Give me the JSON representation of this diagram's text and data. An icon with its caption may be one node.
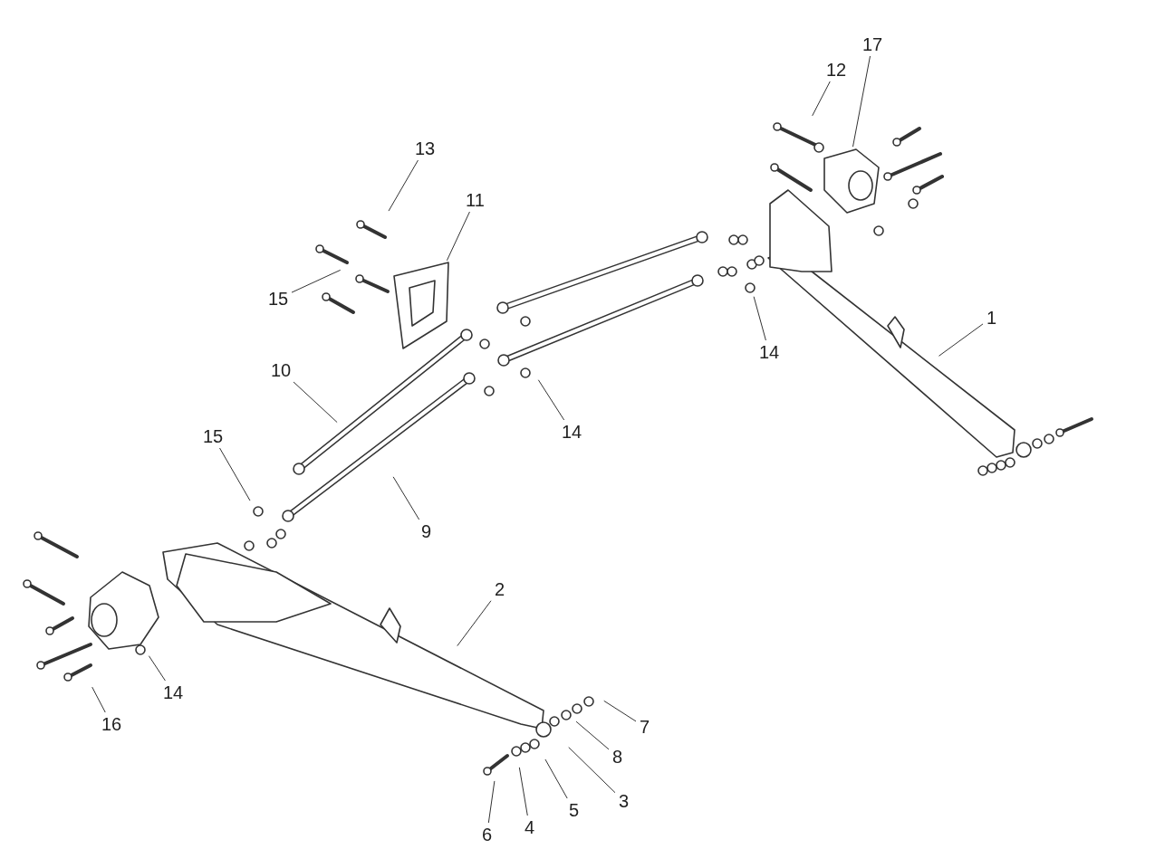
{
  "diagram": {
    "nodes": [
      {
        "text": [
          "17"
        ]
      },
      {
        "text": [
          "12"
        ]
      },
      {
        "text": [
          "13"
        ]
      },
      {
        "text": [
          "11"
        ]
      },
      {
        "text": [
          "15"
        ]
      },
      {
        "text": [
          "1"
        ]
      },
      {
        "text": [
          "14"
        ]
      },
      {
        "text": [
          "10"
        ]
      },
      {
        "text": [
          "14"
        ]
      },
      {
        "text": [
          "15"
        ]
      },
      {
        "text": [
          "9"
        ]
      },
      {
        "text": [
          "2"
        ]
      },
      {
        "text": [
          "14"
        ]
      },
      {
        "text": [
          "16"
        ]
      },
      {
        "text": [
          "7"
        ]
      },
      {
        "text": [
          "8"
        ]
      },
      {
        "text": [
          "3"
        ]
      },
      {
        "text": [
          "5"
        ]
      },
      {
        "text": [
          "4"
        ]
      },
      {
        "text": [
          "6"
        ]
      }
    ],
    "edges": [
      {
        "from": 0,
        "to": null,
        "arrow": "none"
      },
      {
        "from": 1,
        "to": null,
        "arrow": "none"
      },
      {
        "from": 2,
        "to": null,
        "arrow": "none"
      },
      {
        "from": 3,
        "to": null,
        "arrow": "none"
      },
      {
        "from": 4,
        "to": null,
        "arrow": "none"
      },
      {
        "from": 5,
        "to": null,
        "arrow": "none"
      },
      {
        "from": 6,
        "to": null,
        "arrow": "none"
      },
      {
        "from": 7,
        "to": null,
        "arrow": "none"
      },
      {
        "from": 8,
        "to": null,
        "arrow": "none"
      },
      {
        "from": 9,
        "to": null,
        "arrow": "none"
      },
      {
        "from": 10,
        "to": null,
        "arrow": "none"
      },
      {
        "from": 11,
        "to": null,
        "arrow": "none"
      },
      {
        "from": 12,
        "to": null,
        "arrow": "none"
      },
      {
        "from": 13,
        "to": null,
        "arrow": "none"
      },
      {
        "from": 14,
        "to": null,
        "arrow": "none"
      },
      {
        "from": 15,
        "to": null,
        "arrow": "none"
      },
      {
        "from": 16,
        "to": null,
        "arrow": "none"
      },
      {
        "from": 17,
        "to": null,
        "arrow": "none"
      },
      {
        "from": 18,
        "to": null,
        "arrow": "none"
      },
      {
        "from": 19,
        "to": null,
        "arrow": "none"
      }
    ]
  }
}
